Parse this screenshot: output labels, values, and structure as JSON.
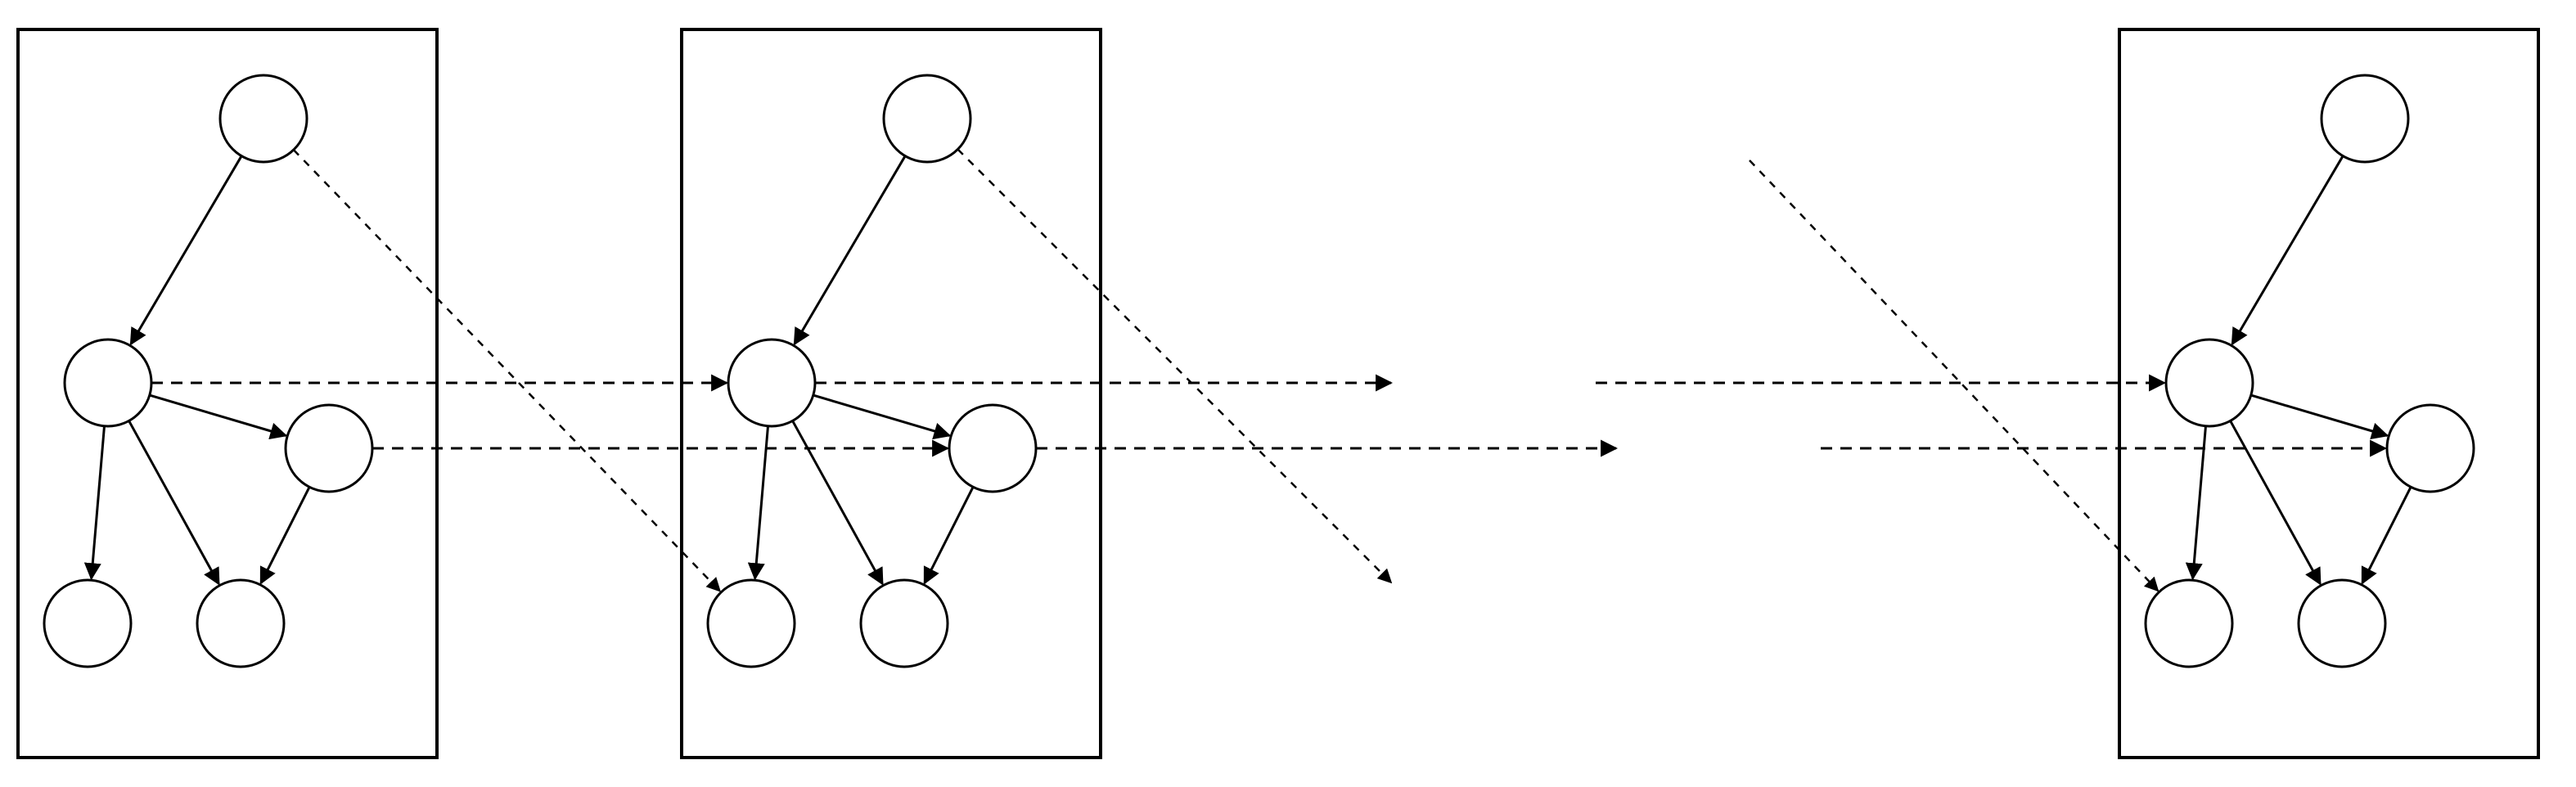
{
  "diagram": {
    "kind": "unrolled-dynamic-bayesian-network",
    "slices": [
      {
        "id": "slice-1"
      },
      {
        "id": "slice-2"
      },
      {
        "id": "slice-n"
      }
    ],
    "nodes_per_slice": [
      "top",
      "mid",
      "right",
      "bottom-left",
      "bottom-right"
    ],
    "intra_slice_edges": [
      [
        "top",
        "mid"
      ],
      [
        "mid",
        "right"
      ],
      [
        "mid",
        "bottom-left"
      ],
      [
        "mid",
        "bottom-right"
      ],
      [
        "right",
        "bottom-right"
      ]
    ],
    "inter_slice_edges": [
      {
        "from": "mid",
        "to": "mid",
        "style": "dashed"
      },
      {
        "from": "right",
        "to": "right",
        "style": "dashed"
      },
      {
        "from": "top",
        "to": "bottom-left",
        "style": "dotted"
      }
    ],
    "gap_between_slice_2_and_n": true,
    "colors": {
      "stroke": "#000000",
      "fill": "#ffffff"
    }
  }
}
